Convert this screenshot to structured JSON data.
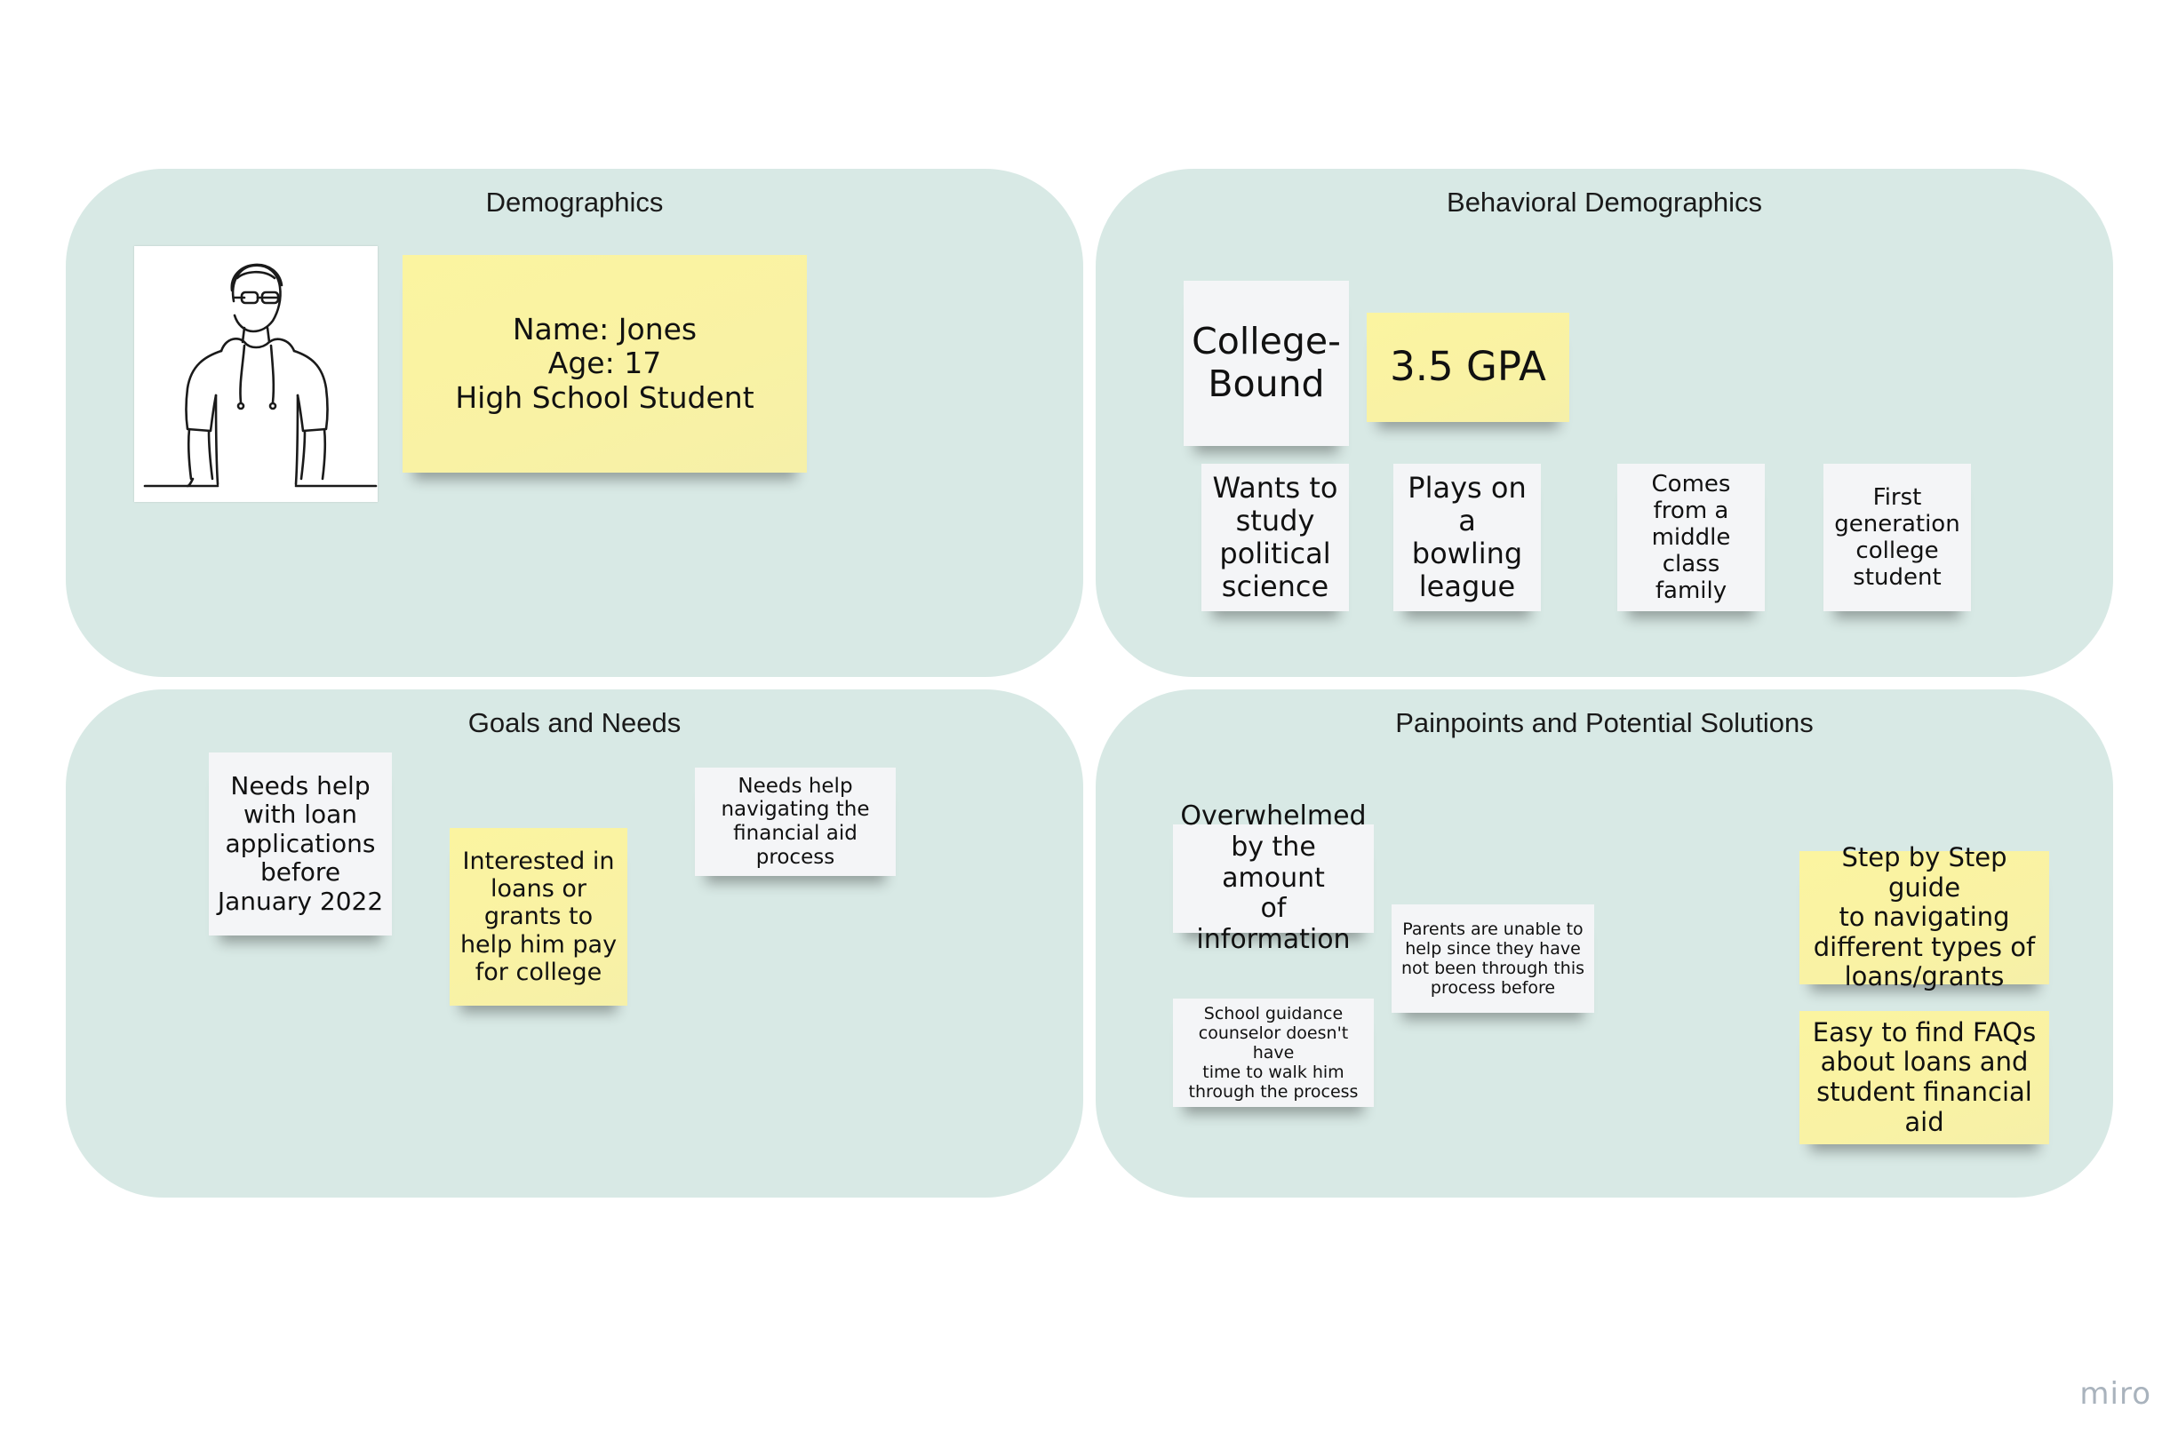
{
  "frames": {
    "demographics": {
      "title": "Demographics",
      "profile": "Name: Jones\nAge: 17\nHigh School Student"
    },
    "behavioral": {
      "title": "Behavioral Demographics",
      "notes": [
        "College-\nBound",
        "3.5 GPA",
        "Wants to\nstudy\npolitical\nscience",
        "Plays on\na bowling\nleague",
        "Comes\nfrom a\nmiddle\nclass family",
        "First\ngeneration\ncollege\nstudent"
      ]
    },
    "goals": {
      "title": "Goals and Needs",
      "notes": [
        "Needs help\nwith loan\napplications\nbefore\nJanuary 2022",
        "Interested in\nloans or\ngrants to\nhelp him pay\nfor college",
        "Needs help\nnavigating the\nfinancial aid\nprocess"
      ]
    },
    "painpoints": {
      "title": "Painpoints and Potential Solutions",
      "notes": [
        "Overwhelmed\nby the amount\nof information",
        "Parents are unable to\nhelp since they have\nnot been through this\nprocess before",
        "School guidance\ncounselor doesn't have\ntime to walk him\nthrough the process",
        "Step by Step guide\nto navigating\ndifferent types of\nloans/grants",
        "Easy to find FAQs\nabout loans and\nstudent financial\naid"
      ]
    }
  },
  "watermark": "miro",
  "colors": {
    "frame": "#d8e9e5",
    "sticky_yellow": "#fbf4a0",
    "sticky_white": "#f4f5f7"
  }
}
